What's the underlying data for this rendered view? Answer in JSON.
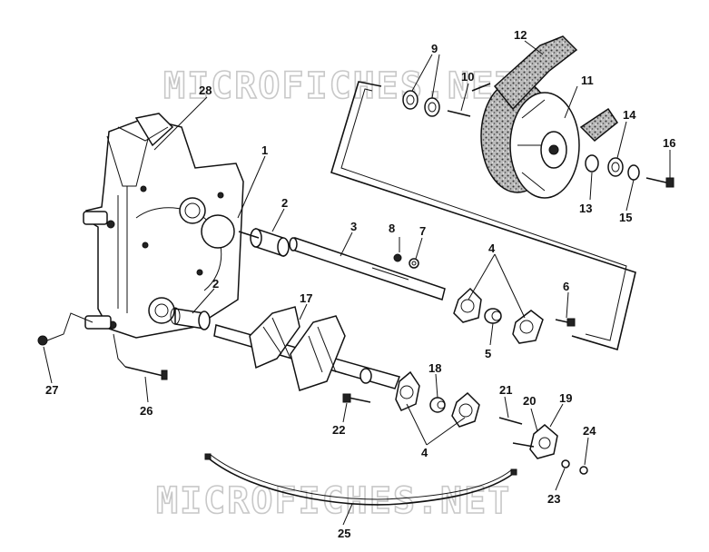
{
  "watermarks": [
    "MICROFICHES.NET",
    "MICROFICHES.NET"
  ],
  "callouts": {
    "c1": "1",
    "c2a": "2",
    "c2b": "2",
    "c3": "3",
    "c4a": "4",
    "c4b": "4",
    "c5": "5",
    "c6": "6",
    "c7": "7",
    "c8": "8",
    "c9": "9",
    "c10": "10",
    "c11": "11",
    "c12": "12",
    "c13": "13",
    "c14": "14",
    "c15": "15",
    "c16": "16",
    "c17": "17",
    "c18": "18",
    "c19": "19",
    "c20": "20",
    "c21": "21",
    "c22": "22",
    "c23": "23",
    "c24": "24",
    "c25": "25",
    "c26": "26",
    "c27": "27",
    "c28": "28"
  },
  "colors": {
    "ink": "#111111",
    "background": "#ffffff",
    "watermark": "#c8c8c8"
  }
}
